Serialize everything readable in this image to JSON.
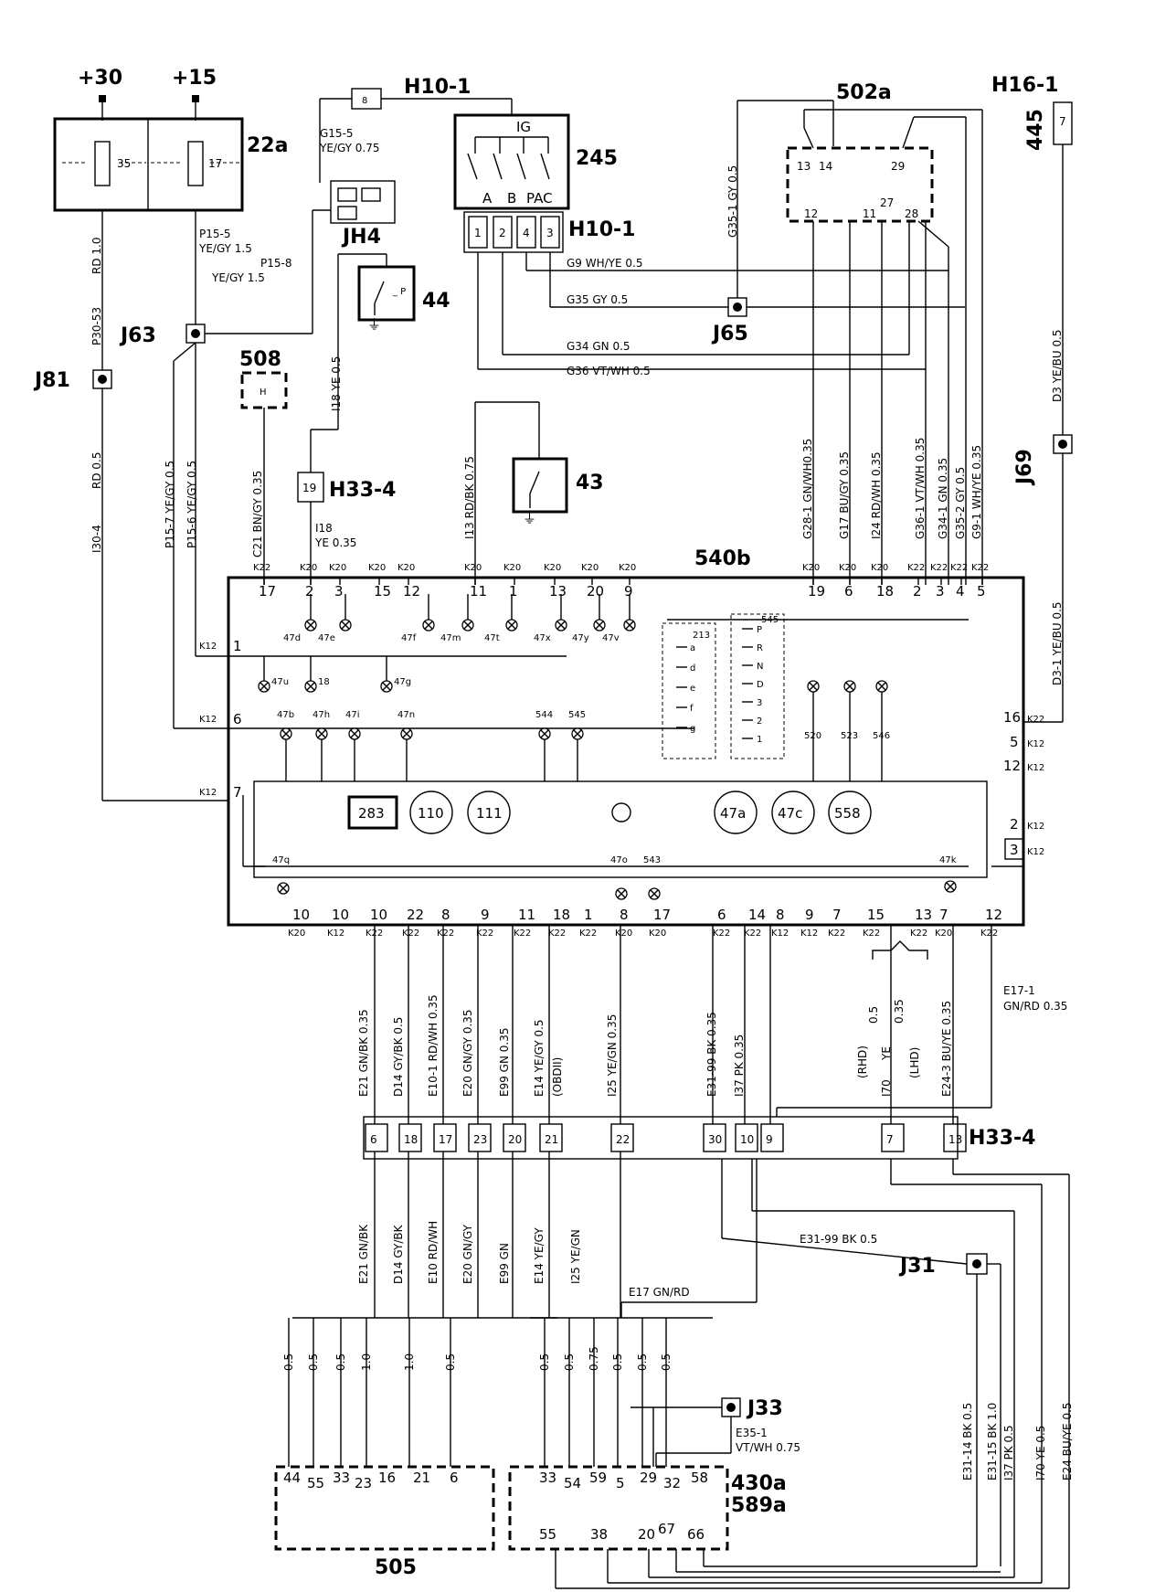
{
  "supply": {
    "b30": "+30",
    "b15": "+15"
  },
  "fuse_box": {
    "id": "22a",
    "fuse1": "35",
    "fuse2": "17"
  },
  "top": {
    "h10_top": "H10-1",
    "h10_top_pin": "8",
    "g15": "G15-5",
    "g15_wire": "YE/GY  0.75",
    "jh4": "JH4",
    "sw245": "245",
    "ig": "IG",
    "sw_pins": [
      "A",
      "B",
      "PAC"
    ],
    "h10_mid": "H10-1",
    "h10_mid_pins": [
      "1",
      "2",
      "4",
      "3"
    ],
    "c44": "44",
    "c43": "43",
    "j63": "J63",
    "j65": "J65",
    "j81": "J81",
    "c508": "508",
    "c508_pin": "H"
  },
  "left_wires": {
    "p15_5": "P15-5",
    "p15_5w": "YE/GY  1.5",
    "p15_8": "P15-8",
    "p15_8w": "YE/GY  1.5",
    "rd10": "RD  1.0",
    "p30_53": "P30-53",
    "rd05": "RD  0.5",
    "i30_4": "I30-4",
    "p15_7": "P15-7  YE/GY  0.5",
    "p15_6": "P15-6  YE/GY  0.5",
    "c21": "C21  BN/GY  0.35",
    "i18_ye": "I18  YE  0.5",
    "i18": "I18",
    "ye035": "YE  0.35",
    "i13": "I13  RD/BK  0.75",
    "h33_4_top": "H33-4",
    "h33_4_top_pin": "19"
  },
  "g_wires": {
    "g9": "G9  WH/YE  0.5",
    "g35": "G35  GY  0.5",
    "g34": "G34  GN  0.5",
    "g36": "G36  VT/WH  0.5",
    "g35_1": "G35-1   GY 0.5"
  },
  "ecu502a": {
    "id": "502a",
    "pins": [
      "13",
      "14",
      "29",
      "12",
      "11",
      "27",
      "28"
    ]
  },
  "h16": {
    "id": "H16-1",
    "pin": "7",
    "c445": "445"
  },
  "right_wires": {
    "d3_top": "D3  YE/BU  0.5",
    "j69": "J69",
    "d3_bot": "D3-1   YE/BU  0.5",
    "g28": "G28-1  GN/WH0.35",
    "g17": "G17  BU/GY  0.35",
    "i24": "I24   RD/WH  0.35",
    "g36_1": "G36-1   VT/WH 0.35",
    "g34_1": "G34-1   GN  0.35",
    "g35_2": "G35-2   GY  0.5",
    "g9_1": "G9-1   WH/YE 0.35"
  },
  "cluster": {
    "id": "540b",
    "top_pins": [
      "17",
      "2",
      "3",
      "15",
      "12",
      "11",
      "1",
      "13",
      "20",
      "9",
      "19",
      "6",
      "18",
      "2",
      "3",
      "4",
      "5"
    ],
    "top_conn": [
      "K22",
      "K20",
      "K20",
      "K20",
      "K20",
      "K20",
      "K20",
      "K20",
      "K20",
      "K20",
      "K20",
      "K20",
      "K20",
      "K22",
      "K22",
      "K22",
      "K22"
    ],
    "bot_pins": [
      "10",
      "10",
      "10",
      "22",
      "8",
      "9",
      "11",
      "18",
      "1",
      "8",
      "17",
      "6",
      "14",
      "8",
      "9",
      "7",
      "15",
      "13",
      "7",
      "12"
    ],
    "bot_conn": [
      "K20",
      "K12",
      "K22",
      "K22",
      "K22",
      "K22",
      "K22",
      "K22",
      "K22",
      "K20",
      "K20",
      "K22",
      "K22",
      "K12",
      "K12",
      "K22",
      "K22",
      "K22",
      "K20",
      "K22"
    ],
    "left_pins": [
      {
        "conn": "K12",
        "pin": "1"
      },
      {
        "conn": "K12",
        "pin": "6"
      },
      {
        "conn": "K12",
        "pin": "7"
      }
    ],
    "right_pins": [
      {
        "pin": "16",
        "conn": "K22"
      },
      {
        "pin": "5",
        "conn": "K12"
      },
      {
        "pin": "12",
        "conn": "K12"
      },
      {
        "pin": "2",
        "conn": "K12"
      },
      {
        "pin": "3",
        "conn": "K12"
      }
    ],
    "lamps_row1": [
      "47d",
      "47e",
      "47f",
      "47m",
      "47t",
      "47x",
      "47y",
      "47v"
    ],
    "lamps_row2": [
      "47u",
      "18",
      "47g"
    ],
    "lamps_row3": [
      "47b",
      "47h",
      "47i",
      "47n",
      "544",
      "545",
      "520",
      "523",
      "546"
    ],
    "lamps_bot": [
      "47q",
      "47o",
      "543",
      "47k"
    ],
    "gauges": [
      "283",
      "110",
      "111",
      "47a",
      "47c",
      "558"
    ],
    "sel_left": "213",
    "sel_left_items": [
      "a",
      "d",
      "e",
      "f",
      "g"
    ],
    "sel_right": "545",
    "sel_right_items": [
      "P",
      "R",
      "N",
      "D",
      "3",
      "2",
      "1"
    ]
  },
  "mid_wires": [
    "E21  GN/BK  0.35",
    "D14  GY/BK  0.5",
    "E10-1   RD/WH 0.35",
    "E20  GN/GY  0.35",
    "E99  GN 0.35",
    "E14  YE/GY  0.5",
    "(OBDII)",
    "I25   YE/GN  0.35",
    "E31-99   BK  0.35",
    "I37   PK  0.35",
    "(RHD)",
    "I70",
    "YE",
    "0.5",
    "0.35",
    "(LHD)",
    "E24-3   BU/YE  0.35",
    "E17-1",
    "GN/RD  0.35"
  ],
  "h33_4": {
    "id": "H33-4",
    "pins": [
      "6",
      "18",
      "17",
      "23",
      "20",
      "21",
      "22",
      "30",
      "10",
      "9",
      "7",
      "13"
    ]
  },
  "low_wires": [
    "E21  GN/BK",
    "D14  GY/BK",
    "E10  RD/WH",
    "E20  GN/GY",
    "E99  GN",
    "E14  YE/GY",
    "I25   YE/GN"
  ],
  "e31_99": "E31-99    BK  0.5",
  "e17": "E17   GN/RD",
  "j31": "J31",
  "j33": "J33",
  "e35": "E35-1",
  "e35w": "VT/WH  0.75",
  "right_low": [
    "E31-14   BK  0.5",
    "E31-15   BK  1.0",
    "I37   PK  0.5",
    "I70   YE  0.5",
    "E24  BU/YE  0.5"
  ],
  "gauges_l": [
    "0.5",
    "0.5",
    "0.5",
    "1.0",
    "1.0",
    "0.5"
  ],
  "gauges_r": [
    "0.5",
    "0.5",
    "0.75",
    "0.5",
    "0.5",
    "0.5"
  ],
  "c505": {
    "id": "505",
    "pins": [
      "44",
      "55",
      "33",
      "23",
      "16",
      "21",
      "6"
    ]
  },
  "c430": {
    "id1": "430a",
    "id2": "589a",
    "pins_top": [
      "33",
      "54",
      "59",
      "5",
      "29",
      "32",
      "58"
    ],
    "pins_bot": [
      "55",
      "38",
      "20",
      "67",
      "66"
    ]
  }
}
